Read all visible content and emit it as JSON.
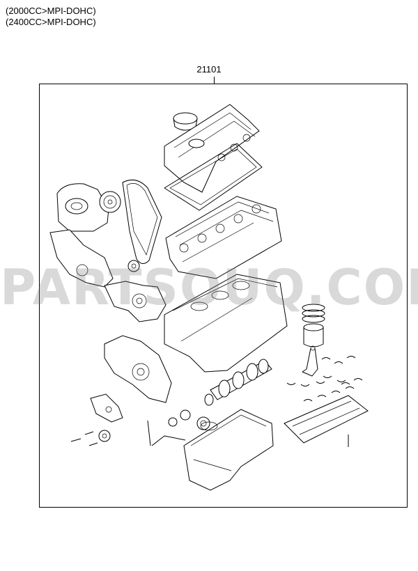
{
  "header": {
    "spec_lines": [
      "(2000CC>MPI-DOHC)",
      "(2400CC>MPI-DOHC)"
    ]
  },
  "diagram": {
    "part_number": "21101",
    "watermark": "PARTSOUQ.COM"
  }
}
